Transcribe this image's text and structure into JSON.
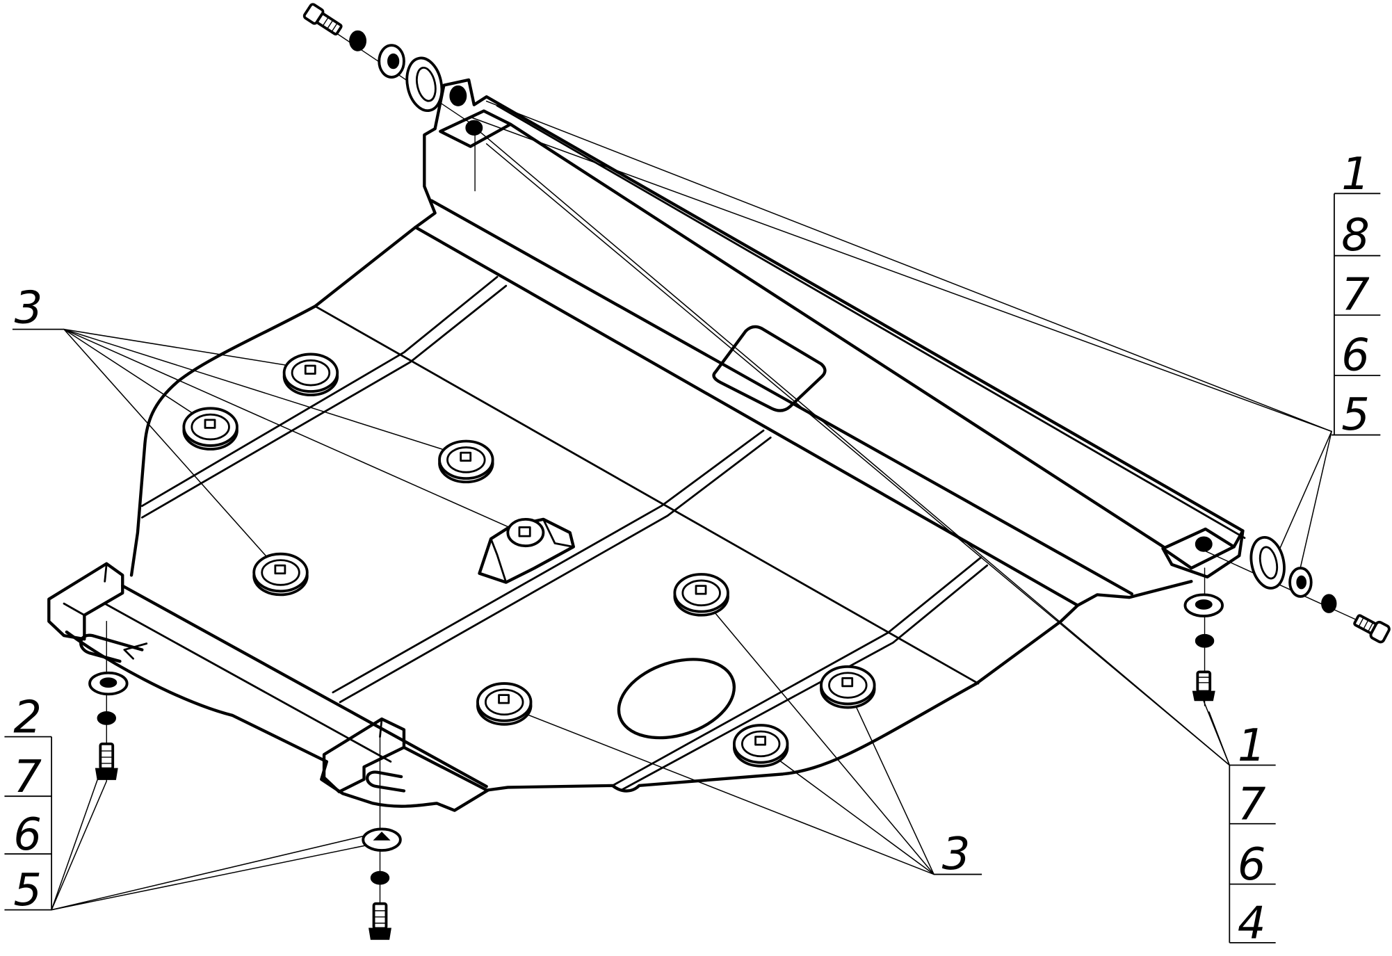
{
  "callouts": {
    "top_left": {
      "label": "3"
    },
    "upper_right": [
      "1",
      "8",
      "7",
      "6",
      "5"
    ],
    "lower_right": [
      "1",
      "7",
      "6",
      "4"
    ],
    "lower_left": [
      "2",
      "7",
      "6",
      "5"
    ],
    "bottom_center": {
      "label": "3"
    }
  }
}
